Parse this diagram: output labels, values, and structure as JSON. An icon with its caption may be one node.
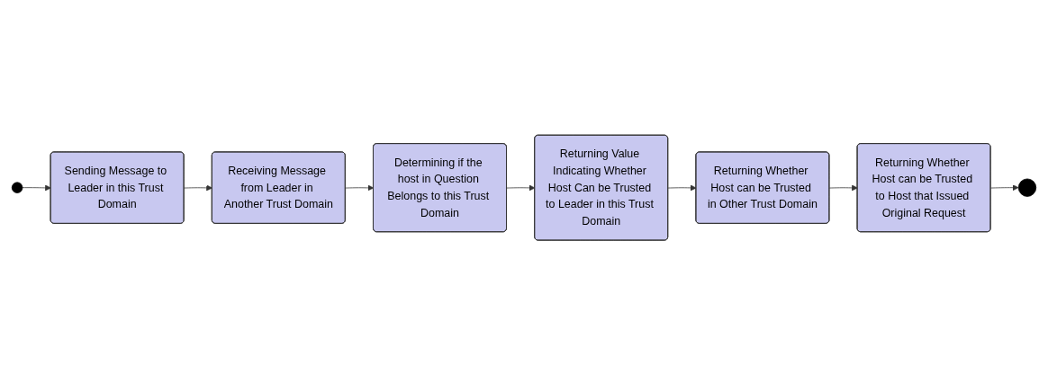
{
  "diagram": {
    "nodes": [
      {
        "text": [],
        "shape": "circle"
      },
      {
        "text": [
          "Sending Message to Leader in this Trust Domain"
        ]
      },
      {
        "text": [
          "Receiving Message from Leader in Another Trust Domain"
        ]
      },
      {
        "text": [
          "Determining if the host in Question Belongs to this Trust Domain"
        ]
      },
      {
        "text": [
          "Returning Value Indicating Whether Host Can be Trusted to Leader in this Trust Domain"
        ]
      },
      {
        "text": [
          "Returning Whether Host can be Trusted in Other Trust Domain"
        ]
      },
      {
        "text": [
          "Returning Whether Host can be Trusted to Host that Issued Original Request"
        ]
      },
      {
        "text": [],
        "shape": "circle"
      }
    ],
    "edges": [
      {
        "from": 0,
        "to": 1,
        "arrow": "to"
      },
      {
        "from": 1,
        "to": 2,
        "arrow": "to"
      },
      {
        "from": 2,
        "to": 3,
        "arrow": "to"
      },
      {
        "from": 3,
        "to": 4,
        "arrow": "to"
      },
      {
        "from": 4,
        "to": 5,
        "arrow": "to"
      },
      {
        "from": 5,
        "to": 6,
        "arrow": "to"
      },
      {
        "from": 6,
        "to": 7,
        "arrow": "to"
      }
    ]
  }
}
